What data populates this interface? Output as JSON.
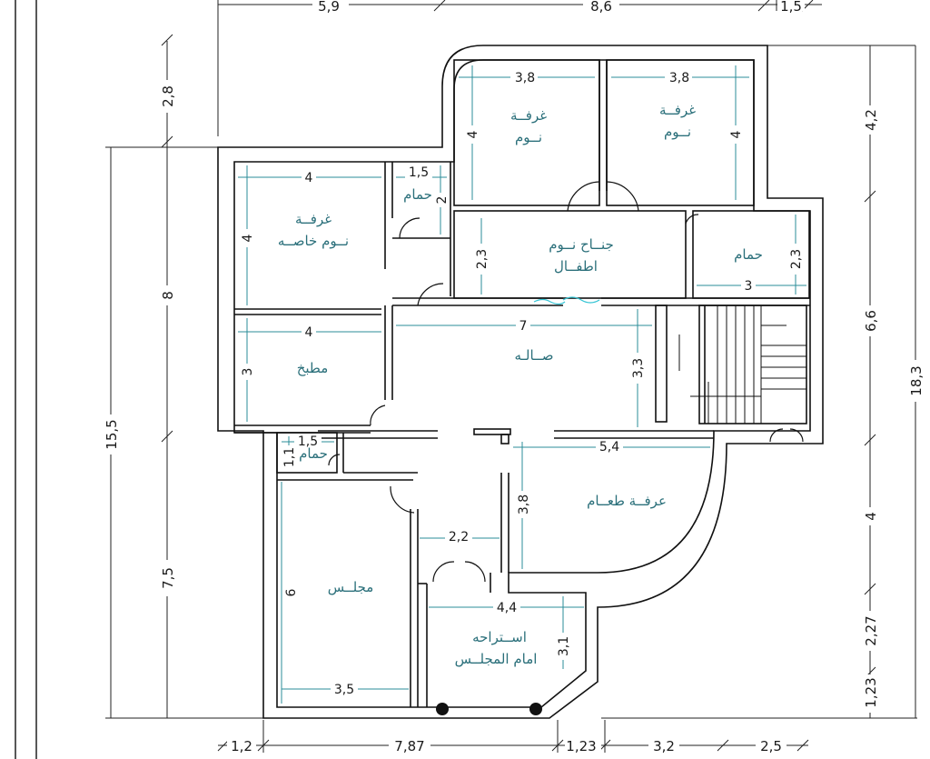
{
  "outer_dims": {
    "top": [
      "5,9",
      "8,6",
      "1,5"
    ],
    "bottom": [
      "1,2",
      "7,87",
      "1,23",
      "3,2",
      "2,5"
    ],
    "left_outer": [
      "15,5",
      "7,5"
    ],
    "left_inner": [
      "2,8",
      "8"
    ],
    "right_inner": [
      "4,2",
      "6,6",
      "4",
      "2,27",
      "1,23"
    ],
    "right_outer": [
      "18,3"
    ]
  },
  "rooms": {
    "bedroom_1": {
      "name_line1": "غرفــة",
      "name_line2": "نــوم",
      "w": "3,8",
      "h": "4"
    },
    "bedroom_2": {
      "name_line1": "غرفــة",
      "name_line2": "نــوم",
      "w": "3,8",
      "h": "4"
    },
    "private_bedroom": {
      "name_line1": "غرفــة",
      "name_line2": "نــوم خاصــه",
      "w": "4",
      "h": "4"
    },
    "bath_top": {
      "name": "حمام",
      "w": "1,5",
      "h": "2"
    },
    "kids_wing": {
      "name_line1": "جنــاح نــوم",
      "name_line2": "اطفــال",
      "h": "2,3"
    },
    "bath_right": {
      "name": "حمام",
      "w": "3",
      "h": "2,3"
    },
    "kitchen": {
      "name": "مطبخ",
      "w": "4",
      "h": "3"
    },
    "hall": {
      "name": "صــالـه",
      "w": "7",
      "h": "3,3"
    },
    "bath_small": {
      "name": "حمام",
      "w": "1,5",
      "h": "1,1"
    },
    "dining": {
      "name": "عرفــة طعــام",
      "w": "5,4",
      "h": "3,8"
    },
    "corridor": {
      "w": "2,2"
    },
    "majlis": {
      "name": "مجلــس",
      "w": "3,5",
      "h": "6"
    },
    "lounge": {
      "name_line1": "اســتراحه",
      "name_line2": "امام المجلــس",
      "w": "4,4",
      "h": "3,1"
    }
  }
}
